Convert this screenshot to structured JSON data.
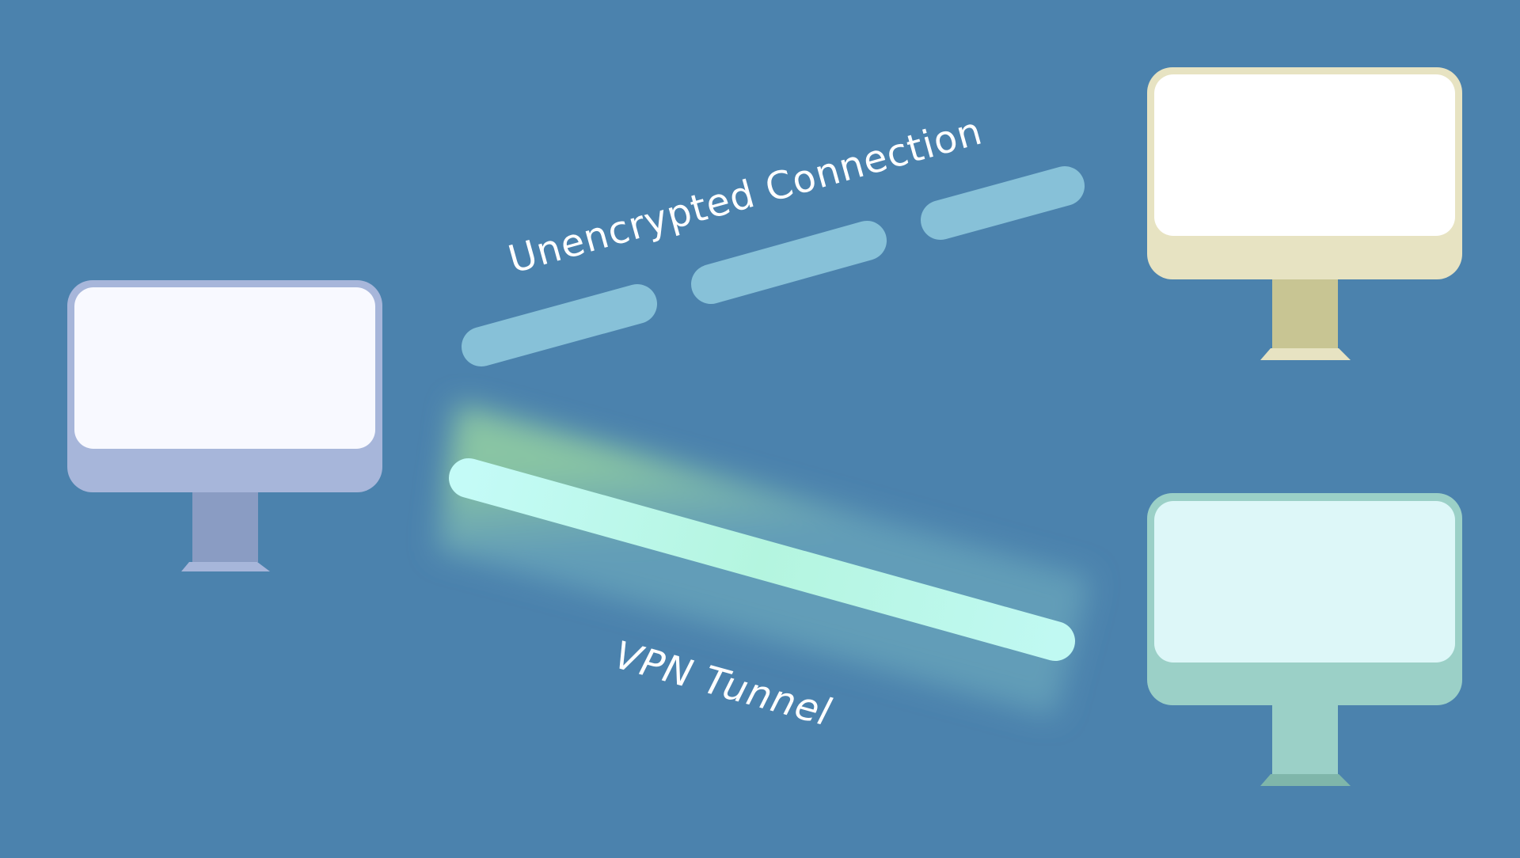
{
  "background_color": "#4b82ad",
  "connections": {
    "unencrypted": {
      "label": "Unencrypted Connection",
      "style": "dashed",
      "color": "#87c1d8"
    },
    "vpn": {
      "label": "VPN Tunnel",
      "style": "solid-glow",
      "core_color": "#b6f3e3",
      "glow_color": "#8cc8a3"
    }
  },
  "computers": {
    "source": {
      "icon": "monitor-icon",
      "frame_color": "#a7b6da",
      "screen_color": "#f8f9ff",
      "stand_color": "#8a9cc3"
    },
    "server_top": {
      "icon": "monitor-icon",
      "frame_color": "#e7e3c2",
      "screen_color": "#ffffff",
      "stand_color": "#c8c593"
    },
    "server_bottom": {
      "icon": "monitor-icon",
      "frame_color": "#9bd0c7",
      "screen_color": "#ddf7f8",
      "stand_color": "#7fb6aa"
    }
  }
}
